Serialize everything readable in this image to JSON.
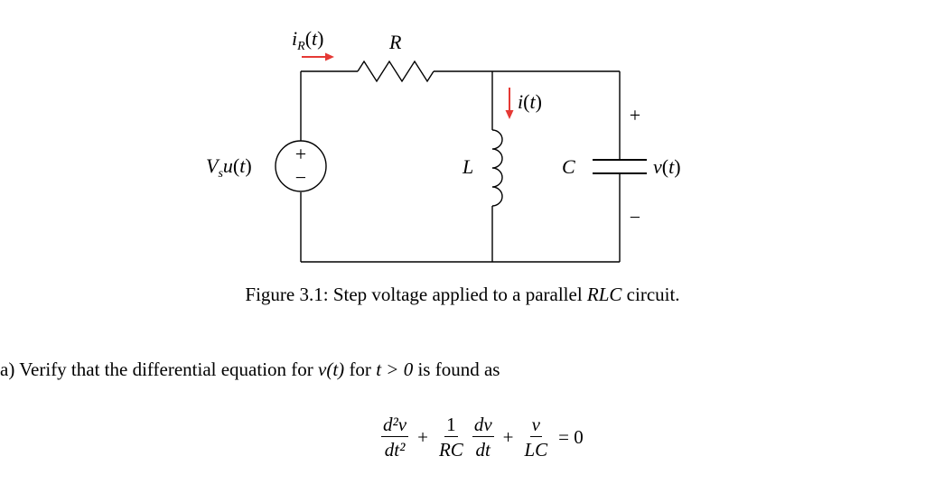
{
  "circuit": {
    "current_r_label": "i_R(t)",
    "resistor_label": "R",
    "source_label": "V_s u(t)",
    "source_plus": "+",
    "source_minus": "−",
    "inductor_label": "L",
    "inductor_current_label": "i(t)",
    "capacitor_label": "C",
    "voltage_label": "v(t)",
    "voltage_plus": "+",
    "voltage_minus": "−",
    "arrow_color": "#e53935"
  },
  "caption": {
    "prefix": "Figure 3.1: Step voltage applied to a parallel ",
    "emph": "RLC",
    "suffix": " circuit."
  },
  "question": {
    "label": "a)",
    "text_1": "Verify that the differential equation for ",
    "var_1": "v(t)",
    "text_2": " for ",
    "var_2": "t > 0",
    "text_3": " is found as"
  },
  "equation": {
    "t1_num": "d²v",
    "t1_den": "dt²",
    "plus_1": "+",
    "t2_num": "1",
    "t2_den": "RC",
    "t3_num": "dv",
    "t3_den": "dt",
    "plus_2": "+",
    "t4_num": "v",
    "t4_den": "LC",
    "rhs": "= 0"
  }
}
